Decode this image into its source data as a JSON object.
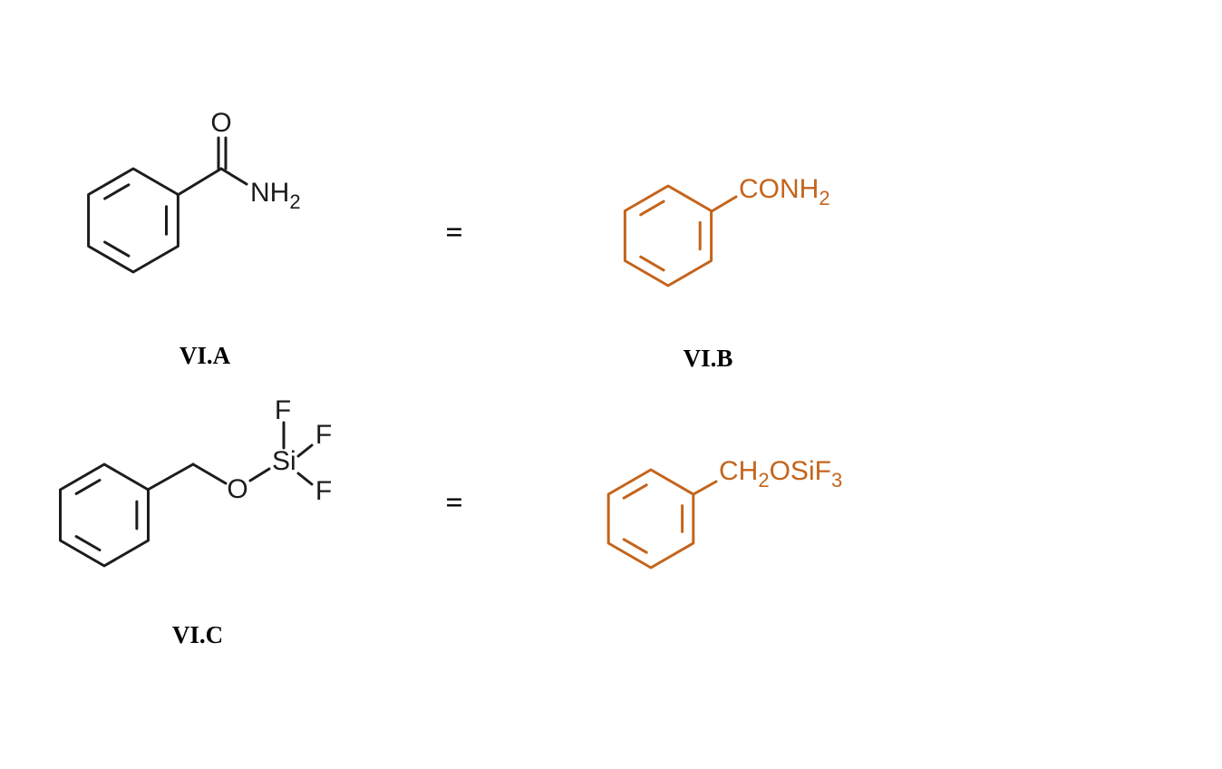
{
  "colors": {
    "background": "#ffffff",
    "skeletal": "#1c1c1c",
    "condensed": "#c4641c",
    "label": "#000000"
  },
  "equals": {
    "top": "=",
    "bottom": "="
  },
  "benzamide": {
    "skeletal": {
      "label": "VI.A",
      "oxygen": "O",
      "amide_main": "NH",
      "amide_sub": "2"
    },
    "condensed": {
      "label": "VI.B",
      "formula_main": "CONH",
      "formula_sub": "2"
    }
  },
  "silyl": {
    "skeletal": {
      "label": "VI.C",
      "oxygen": "O",
      "silicon": "Si",
      "fluorine_top": "F",
      "fluorine_upper": "F",
      "fluorine_lower": "F"
    },
    "condensed": {
      "formula_ch": "CH",
      "formula_ch_sub": "2",
      "formula_osif": "OSiF",
      "formula_osif_sub": "3"
    }
  }
}
